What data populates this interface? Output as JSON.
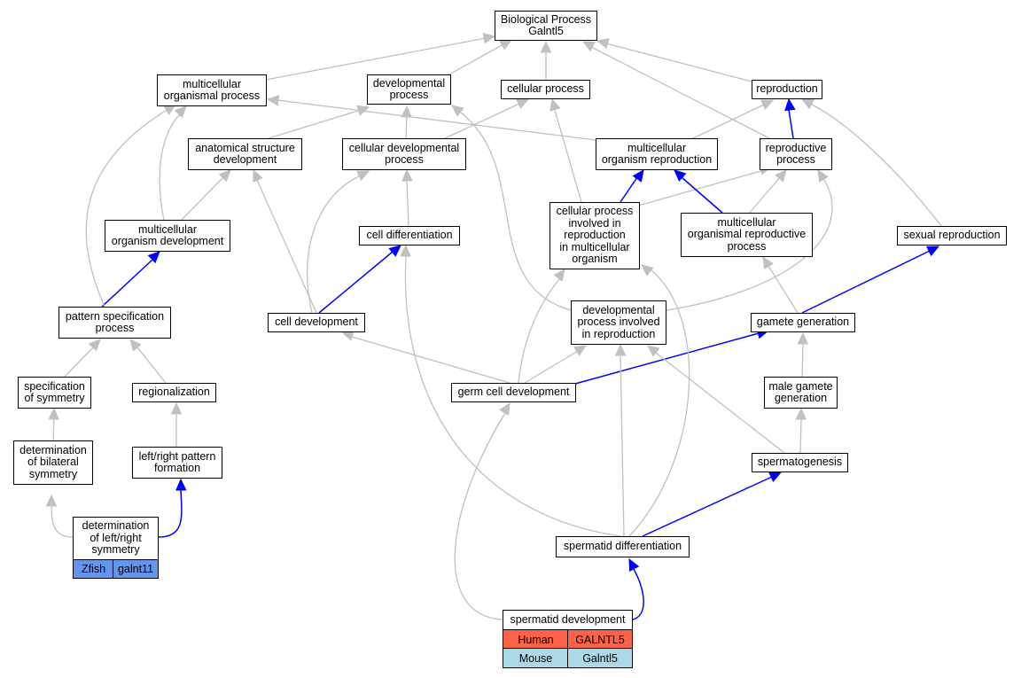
{
  "diagram": {
    "nodes": {
      "biological_process": "Biological Process\nGalntl5",
      "multicellular_organismal_process": "multicellular\norganismal process",
      "developmental_process": "developmental\nprocess",
      "cellular_process": "cellular process",
      "reproduction": "reproduction",
      "anatomical_structure_development": "anatomical structure\ndevelopment",
      "cellular_developmental_process": "cellular developmental\nprocess",
      "multicellular_organism_reproduction": "multicellular\norganism reproduction",
      "reproductive_process": "reproductive\nprocess",
      "multicellular_organism_development": "multicellular\norganism development",
      "cell_differentiation": "cell differentiation",
      "cellular_process_involved_in_reproduction": "cellular process\ninvolved in\nreproduction\nin multicellular\norganism",
      "multicellular_organismal_reproductive_process": "multicellular\norganismal reproductive\nprocess",
      "sexual_reproduction": "sexual reproduction",
      "pattern_specification_process": "pattern specification\nprocess",
      "cell_development": "cell development",
      "developmental_process_involved_in_reproduction": "developmental\nprocess involved\nin reproduction",
      "gamete_generation": "gamete generation",
      "specification_of_symmetry": "specification\nof symmetry",
      "regionalization": "regionalization",
      "germ_cell_development": "germ cell development",
      "male_gamete_generation": "male gamete\ngeneration",
      "determination_of_bilateral_symmetry": "determination\nof bilateral\nsymmetry",
      "left_right_pattern_formation": "left/right pattern\nformation",
      "spermatogenesis": "spermatogenesis",
      "determination_of_left_right_symmetry": "determination\nof left/right\nsymmetry",
      "spermatid_differentiation": "spermatid differentiation",
      "spermatid_development": "spermatid development"
    },
    "annotations": {
      "left_right": [
        {
          "species": "Zfish",
          "gene": "galnt11",
          "color": "#6495ED"
        }
      ],
      "spermatid": [
        {
          "species": "Human",
          "gene": "GALNTL5",
          "color": "#FF6347"
        },
        {
          "species": "Mouse",
          "gene": "Galntl5",
          "color": "#ADD8E6"
        }
      ]
    },
    "colors": {
      "edge_gray": "#c0c0c0",
      "edge_blue": "#0000ff",
      "node_border": "#000000"
    }
  }
}
